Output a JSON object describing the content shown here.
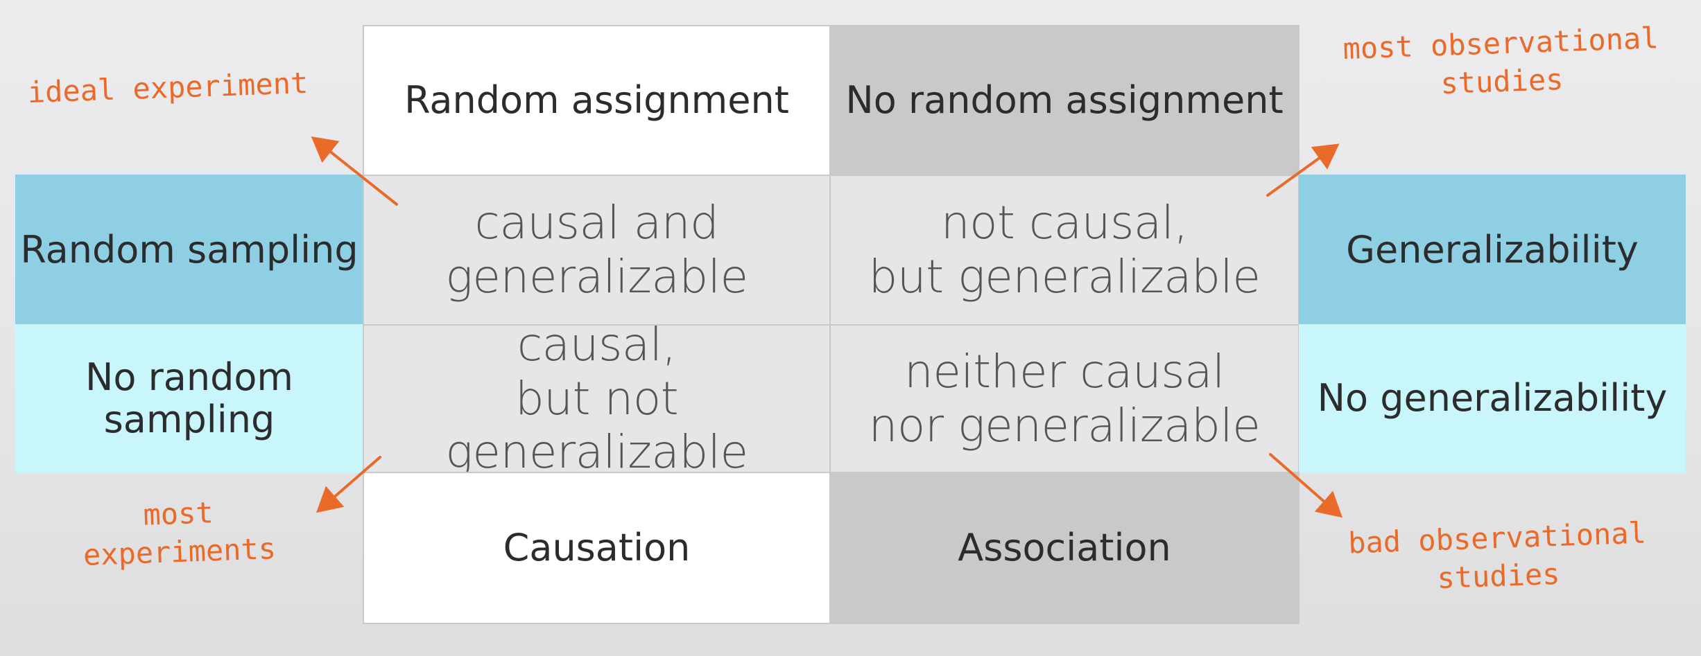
{
  "colors": {
    "white_cell": "#ffffff",
    "dark_cell": "#c9c9c9",
    "result_cell": "#e6e6e8",
    "blue_dark": "#8fcfe4",
    "blue_light": "#c8f6fb",
    "annotation": "#ea6a2a"
  },
  "columns": {
    "random_assignment": "Random assignment",
    "no_random_assignment": "No random assignment"
  },
  "rows": {
    "random_sampling": "Random sampling",
    "no_random_sampling": "No random\nsampling"
  },
  "cells": {
    "rs_ra": "causal and\ngeneralizable",
    "rs_nra": "not causal,\nbut generalizable",
    "nrs_ra": "causal,\nbut not generalizable",
    "nrs_nra": "neither causal\nnor generalizable"
  },
  "right_labels": {
    "generalizability": "Generalizability",
    "no_generalizability": "No generalizability"
  },
  "bottom_labels": {
    "causation": "Causation",
    "association": "Association"
  },
  "annotations": {
    "ideal_experiment": "ideal experiment",
    "most_observational": "most observational\nstudies",
    "most_experiments": "most\nexperiments",
    "bad_observational": "bad observational\nstudies"
  }
}
